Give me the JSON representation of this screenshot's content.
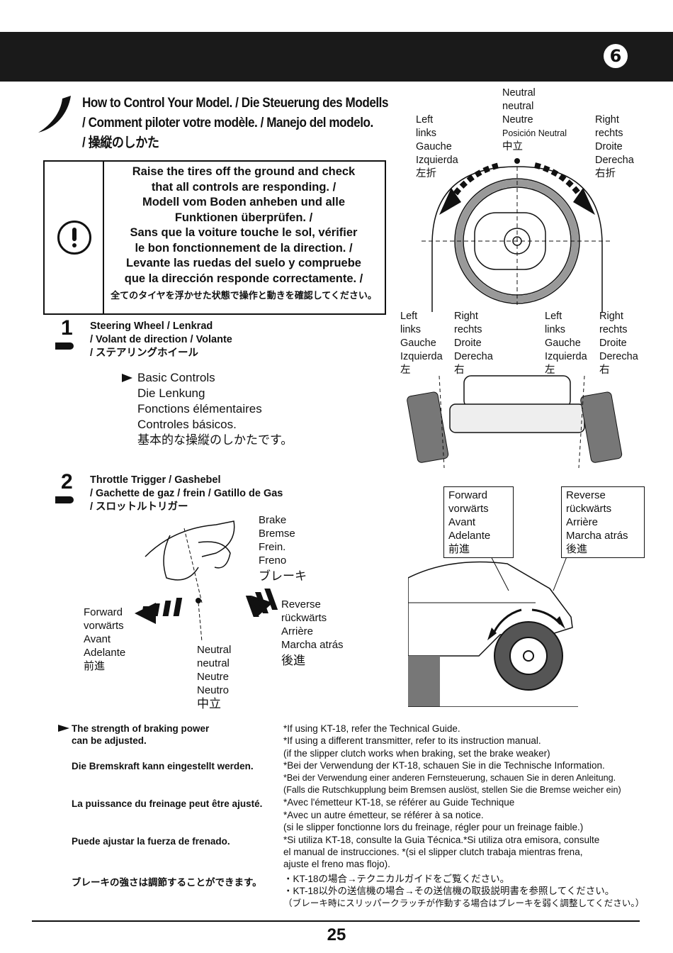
{
  "header": {
    "step_number": "6"
  },
  "title": {
    "line1": "How to Control Your Model. / Die Steuerung des Modells",
    "line2": "/ Comment piloter votre modèle. / Manejo del modelo.",
    "line3": "/ 操縦のしかた"
  },
  "warning": {
    "lines": [
      "Raise the tires off the ground and check",
      "that all controls are responding. /",
      "Modell vom Boden anheben und alle",
      "Funktionen überprüfen. /",
      "Sans que la voiture touche le sol, vérifier",
      "le bon fonctionnement de la direction. /",
      "Levante las ruedas del suelo y compruebe",
      "que la dirección responde correctamente. /"
    ],
    "jp": "全てのタイヤを浮かせた状態で操作と動きを確認してください。"
  },
  "wheel_diagram": {
    "neutral": [
      "Neutral",
      "neutral",
      "Neutre",
      "Posición Neutral",
      "中立"
    ],
    "left": [
      "Left",
      "links",
      "Gauche",
      "Izquierda",
      "左折"
    ],
    "right": [
      "Right",
      "rechts",
      "Droite",
      "Derecha",
      "右折"
    ]
  },
  "front_diagram": {
    "left": [
      "Left",
      "links",
      "Gauche",
      "Izquierda",
      "左"
    ],
    "right": [
      "Right",
      "rechts",
      "Droite",
      "Derecha",
      "右"
    ]
  },
  "section1": {
    "number": "1",
    "heading": [
      "Steering Wheel / Lenkrad",
      "/ Volant de direction / Volante",
      "/ ステアリングホイール"
    ],
    "basic": [
      "Basic Controls",
      "Die Lenkung",
      "Fonctions élémentaires",
      "Controles básicos.",
      "基本的な操縦のしかたです。"
    ]
  },
  "section2": {
    "number": "2",
    "heading": [
      "Throttle Trigger / Gashebel",
      "/ Gachette de gaz / frein / Gatillo de Gas",
      "/ スロットルトリガー"
    ],
    "brake": [
      "Brake",
      "Bremse",
      "Frein.",
      "Freno",
      "ブレーキ"
    ],
    "forward": [
      "Forward",
      "vorwärts",
      "Avant",
      "Adelante",
      "前進"
    ],
    "neutral": [
      "Neutral",
      "neutral",
      "Neutre",
      "Neutro",
      "中立"
    ],
    "reverse": [
      "Reverse",
      "rückwärts",
      "Arrière",
      "Marcha atrás",
      "後進"
    ]
  },
  "car_diagram": {
    "forward": [
      "Forward",
      "vorwärts",
      "Avant",
      "Adelante",
      "前進"
    ],
    "reverse": [
      "Reverse",
      "rückwärts",
      "Arrière",
      "Marcha atrás",
      "後進"
    ]
  },
  "notes": {
    "left": [
      "The strength of braking power",
      "can be adjusted.",
      "Die Bremskraft kann eingestellt werden.",
      "La puissance du freinage peut être ajusté.",
      "Puede ajustar la fuerza de frenado.",
      "ブレーキの強さは調節することができます。"
    ],
    "right": [
      "*If using KT-18, refer the Technical Guide.",
      "*If using a different transmitter, refer to its instruction manual.",
      "(if the slipper clutch works when braking, set the brake weaker)",
      "*Bei der Verwendung der KT-18, schauen Sie in die Technische Information.",
      "*Bei der Verwendung einer anderen Fernsteuerung, schauen Sie in deren Anleitung.",
      "(Falls die Rutschkupplung beim Bremsen auslöst, stellen Sie die Bremse weicher ein)",
      "*Avec l'émetteur KT-18, se référer au Guide Technique",
      "*Avec un autre émetteur, se référer à sa notice.",
      "(si le slipper fonctionne lors du freinage, régler pour un freinage faible.)",
      "*Si utiliza KT-18, consulte la Guia Técnica.*Si utiliza otra emisora, consulte",
      "el manual de instrucciones. *(si el slipper clutch trabaja mientras frena,",
      "ajuste el freno mas flojo).",
      "・KT-18の場合→テクニカルガイドをご覧ください。",
      "・KT-18以外の送信機の場合→その送信機の取扱説明書を参照してください。",
      "（ブレーキ時にスリッパークラッチが作動する場合はブレーキを弱く調整してください。）"
    ]
  },
  "footer": {
    "page_number": "25"
  }
}
